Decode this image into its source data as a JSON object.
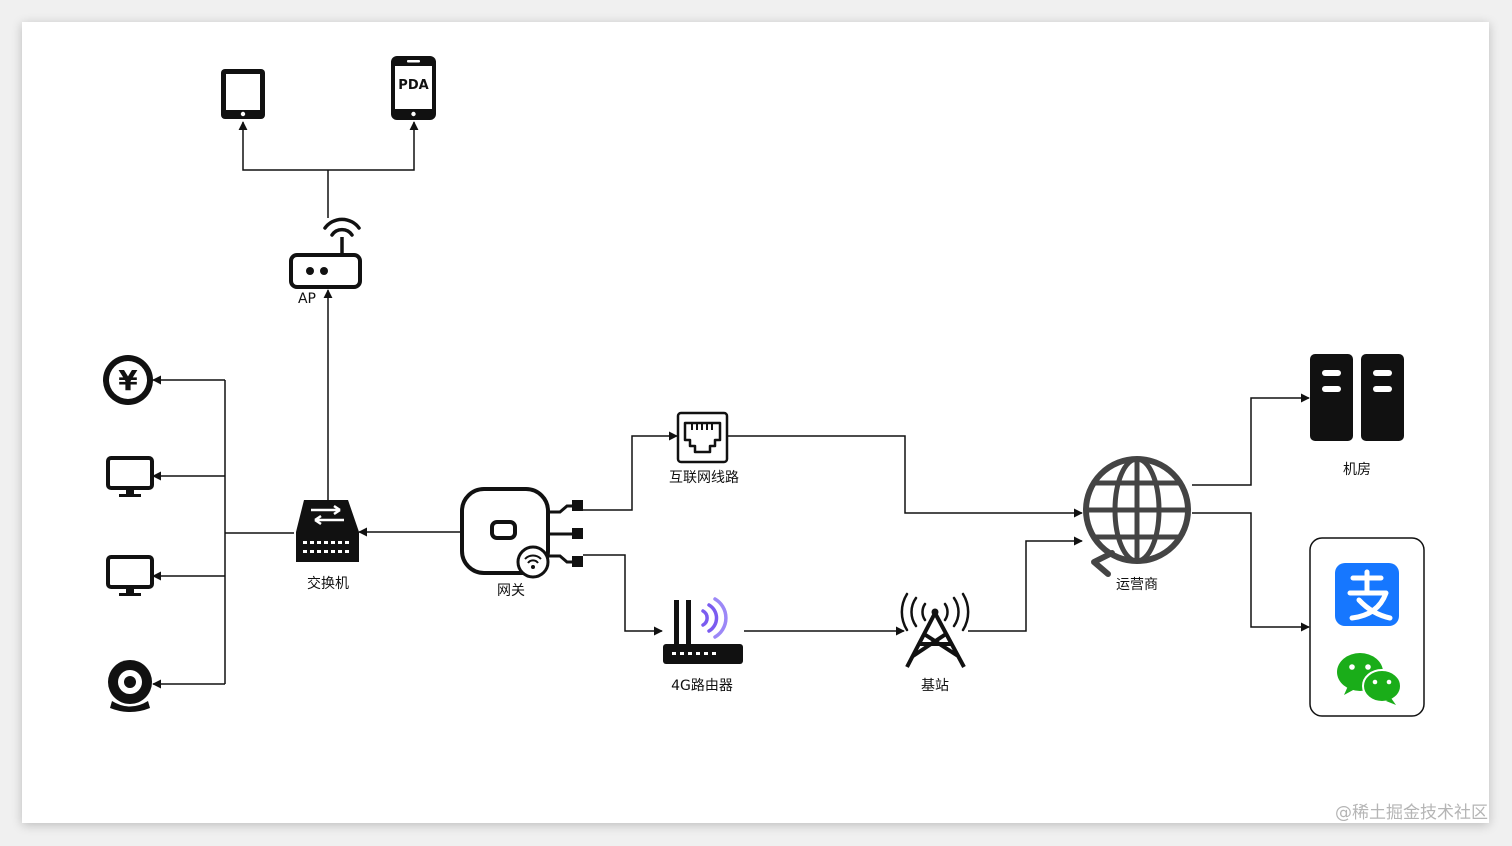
{
  "labels": {
    "ap": "AP",
    "pda": "PDA",
    "switch": "交换机",
    "gateway": "网关",
    "internet_line": "互联网线路",
    "router_4g": "4G路由器",
    "base_station": "基站",
    "carrier": "运营商",
    "data_center": "机房"
  },
  "watermark": "@稀土掘金技术社区",
  "icons": {
    "tablet": "tablet-icon",
    "pda": "pda-phone-icon",
    "ap": "wifi-router-icon",
    "yuan": "yuan-coin-icon",
    "monitor": "monitor-icon",
    "camera": "webcam-icon",
    "switch": "network-switch-icon",
    "gateway": "gateway-icon",
    "ethernet": "ethernet-port-icon",
    "router_4g": "4g-router-icon",
    "tower": "cell-tower-icon",
    "globe": "globe-icon",
    "server": "server-icon",
    "alipay": "alipay-icon",
    "wechat": "wechat-icon"
  },
  "colors": {
    "alipay": "#1677ff",
    "wechat": "#1aad19",
    "router_signal": "#7b5cf0"
  }
}
